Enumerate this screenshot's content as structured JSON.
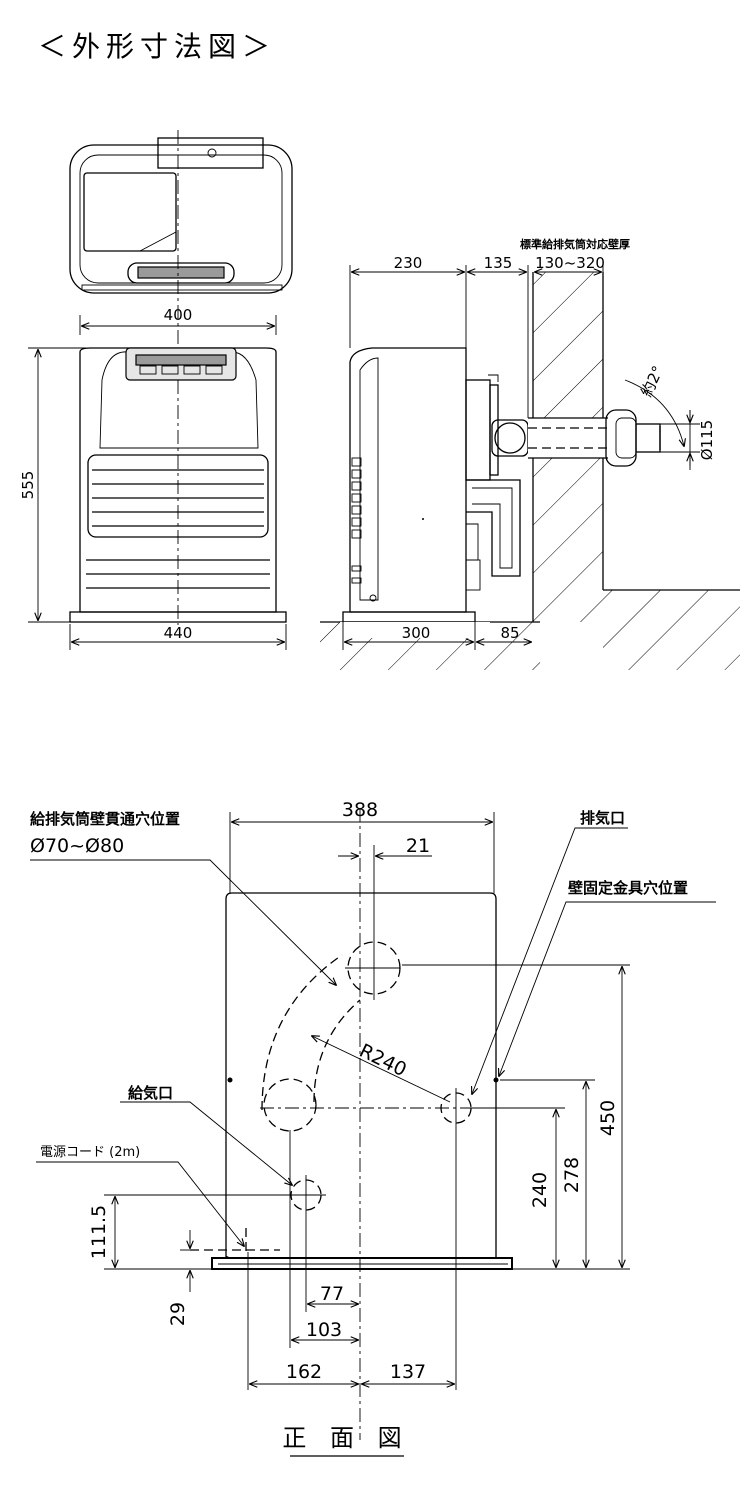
{
  "page": {
    "title": "＜外形寸法図＞",
    "front_view_title": "正 面 図"
  },
  "top_drawing": {
    "front_width_top": "400",
    "front_height": "555",
    "front_width_base": "440",
    "side_depth_body": "230",
    "side_pipe_length": "135",
    "wall_thickness_range": "130~320",
    "wall_thickness_label": "標準給排気筒対応壁厚",
    "side_base_depth": "300",
    "side_rear_clearance": "85",
    "pipe_angle": "約2°",
    "pipe_diameter": "Ø115"
  },
  "bottom_drawing": {
    "overall_width": "388",
    "offset_21": "21",
    "wall_hole_label": "給排気筒壁貫通穴位置",
    "wall_hole_diameter": "Ø70~Ø80",
    "exhaust_label": "排気口",
    "bracket_label": "壁固定金具穴位置",
    "radius": "R240",
    "intake_label": "給気口",
    "power_cord_label": "電源コード (2m)",
    "dim_111_5": "111.5",
    "dim_29": "29",
    "dim_77": "77",
    "dim_103": "103",
    "dim_162": "162",
    "dim_137": "137",
    "dim_240": "240",
    "dim_278": "278",
    "dim_450": "450"
  }
}
